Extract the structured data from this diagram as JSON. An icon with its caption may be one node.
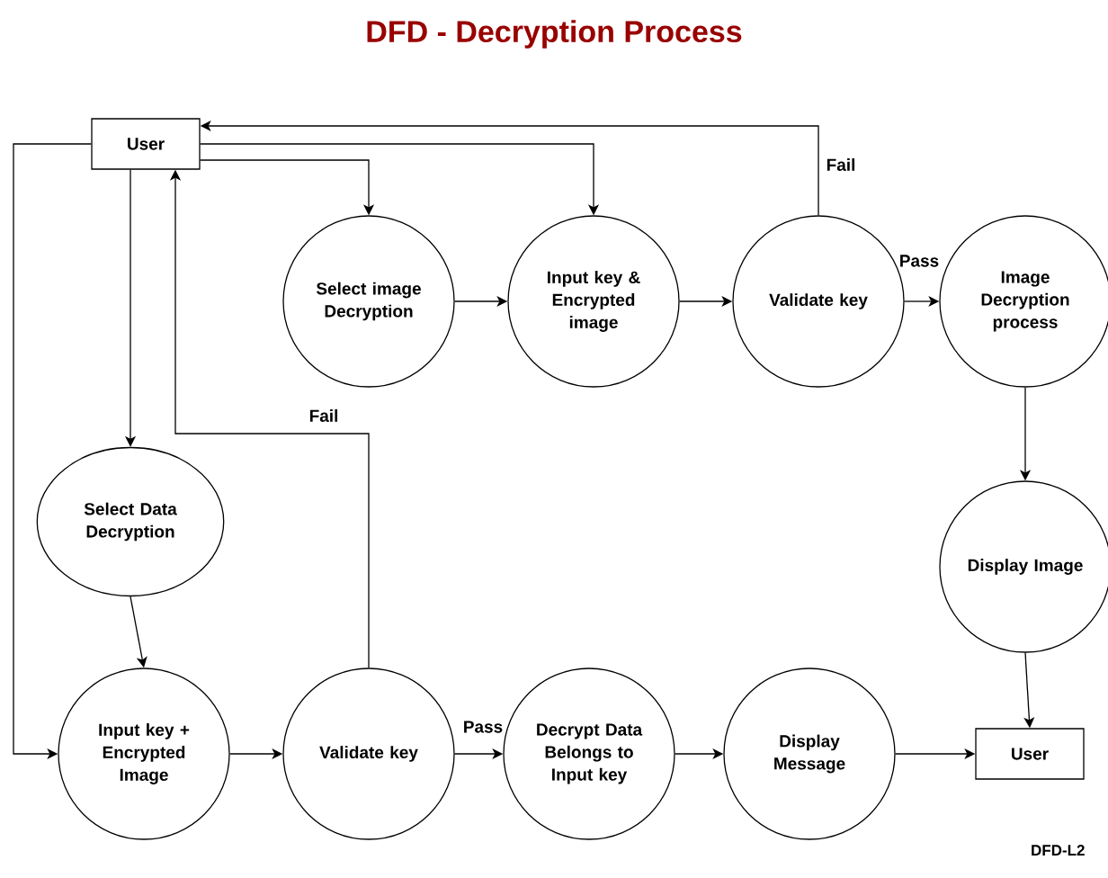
{
  "diagram": {
    "title": "DFD -  Decryption Process",
    "nodes": [
      {
        "text": [
          "User"
        ]
      },
      {
        "text": [
          "Select image Decryption"
        ]
      },
      {
        "text": [
          "Input key & Encrypted image"
        ]
      },
      {
        "text": [
          "Validate key"
        ]
      },
      {
        "text": [
          "Image Decryption process"
        ]
      },
      {
        "text": [
          "Select Data Decryption"
        ]
      },
      {
        "text": [
          "Display Image"
        ]
      },
      {
        "text": [
          "Input key + Encrypted Image"
        ]
      },
      {
        "text": [
          "Validate key"
        ]
      },
      {
        "text": [
          "Decrypt Data Belongs to Input key"
        ]
      },
      {
        "text": [
          "Display Message"
        ]
      },
      {
        "text": [
          "User"
        ]
      }
    ],
    "edges": [
      {
        "from": 0,
        "to": 1,
        "arrow": "to"
      },
      {
        "from": 0,
        "to": 2,
        "arrow": "to"
      },
      {
        "from": 3,
        "to": 0,
        "arrow": "to",
        "label": "Fail"
      },
      {
        "from": 0,
        "to": 5,
        "arrow": "to"
      },
      {
        "from": 0,
        "to": 7,
        "arrow": "to"
      },
      {
        "from": 1,
        "to": 2,
        "arrow": "to"
      },
      {
        "from": 2,
        "to": 3,
        "arrow": "to"
      },
      {
        "from": 3,
        "to": 4,
        "arrow": "to",
        "label": "Pass"
      },
      {
        "from": 4,
        "to": 6,
        "arrow": "to"
      },
      {
        "from": 6,
        "to": 11,
        "arrow": "to"
      },
      {
        "from": 5,
        "to": 7,
        "arrow": "to"
      },
      {
        "from": 7,
        "to": 8,
        "arrow": "to"
      },
      {
        "from": 8,
        "to": 0,
        "arrow": "to",
        "label": "Fail"
      },
      {
        "from": 8,
        "to": 9,
        "arrow": "to",
        "label": "Pass"
      },
      {
        "from": 9,
        "to": 10,
        "arrow": "to"
      },
      {
        "from": 10,
        "to": 11,
        "arrow": "to"
      }
    ],
    "labels": [
      "DFD-L2"
    ]
  }
}
